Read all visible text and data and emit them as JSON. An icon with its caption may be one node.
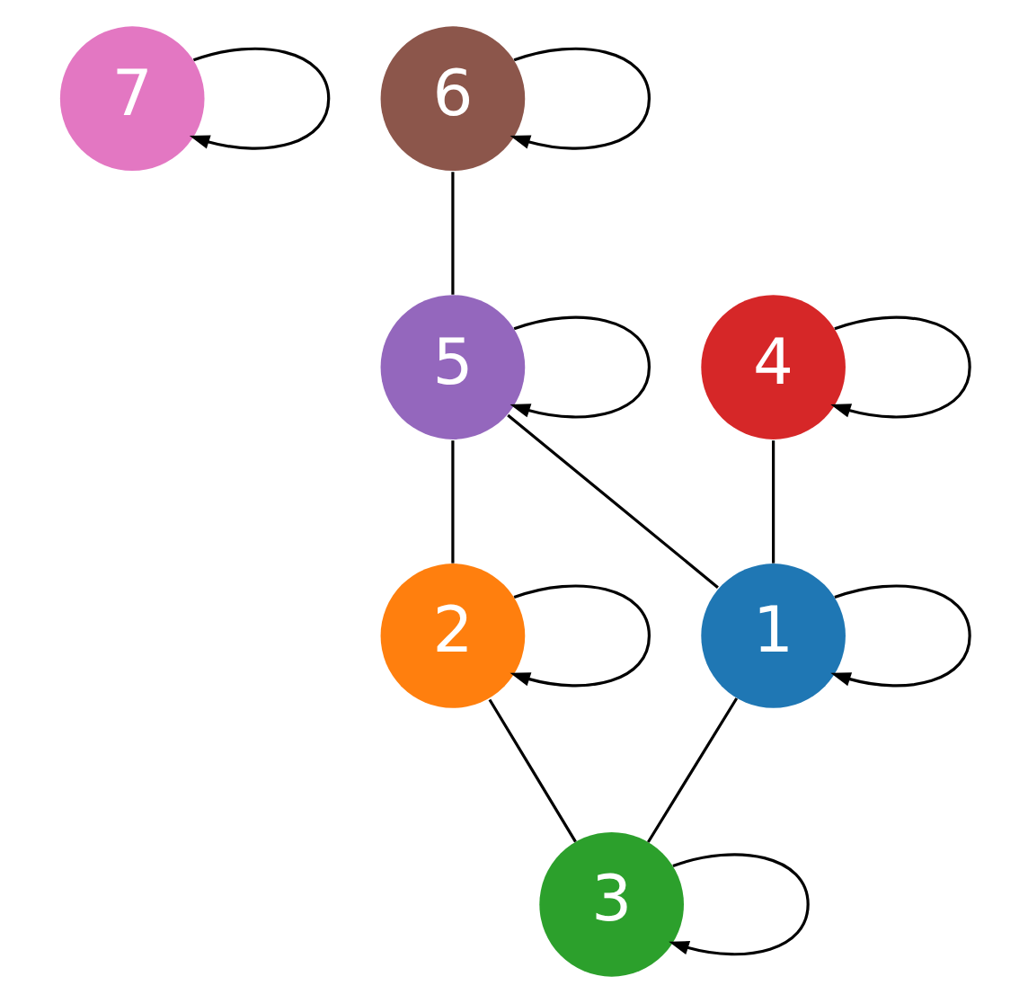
{
  "diagram": {
    "nodes": [
      {
        "text": [
          "7"
        ]
      },
      {
        "text": [
          "6"
        ]
      },
      {
        "text": [
          "5"
        ]
      },
      {
        "text": [
          "4"
        ]
      },
      {
        "text": [
          "2"
        ]
      },
      {
        "text": [
          "1"
        ]
      },
      {
        "text": [
          "3"
        ]
      }
    ],
    "edges": [
      {
        "from": 0,
        "to": 0,
        "arrow": "to"
      },
      {
        "from": 1,
        "to": 1,
        "arrow": "to"
      },
      {
        "from": 2,
        "to": 2,
        "arrow": "to"
      },
      {
        "from": 3,
        "to": 3,
        "arrow": "to"
      },
      {
        "from": 4,
        "to": 4,
        "arrow": "to"
      },
      {
        "from": 5,
        "to": 5,
        "arrow": "to"
      },
      {
        "from": 6,
        "to": 6,
        "arrow": "to"
      },
      {
        "from": 1,
        "to": 2,
        "arrow": "none"
      },
      {
        "from": 3,
        "to": 5,
        "arrow": "none"
      },
      {
        "from": 2,
        "to": 5,
        "arrow": "none"
      },
      {
        "from": 2,
        "to": 4,
        "arrow": "none"
      },
      {
        "from": 4,
        "to": 6,
        "arrow": "none"
      },
      {
        "from": 5,
        "to": 6,
        "arrow": "none"
      }
    ]
  }
}
